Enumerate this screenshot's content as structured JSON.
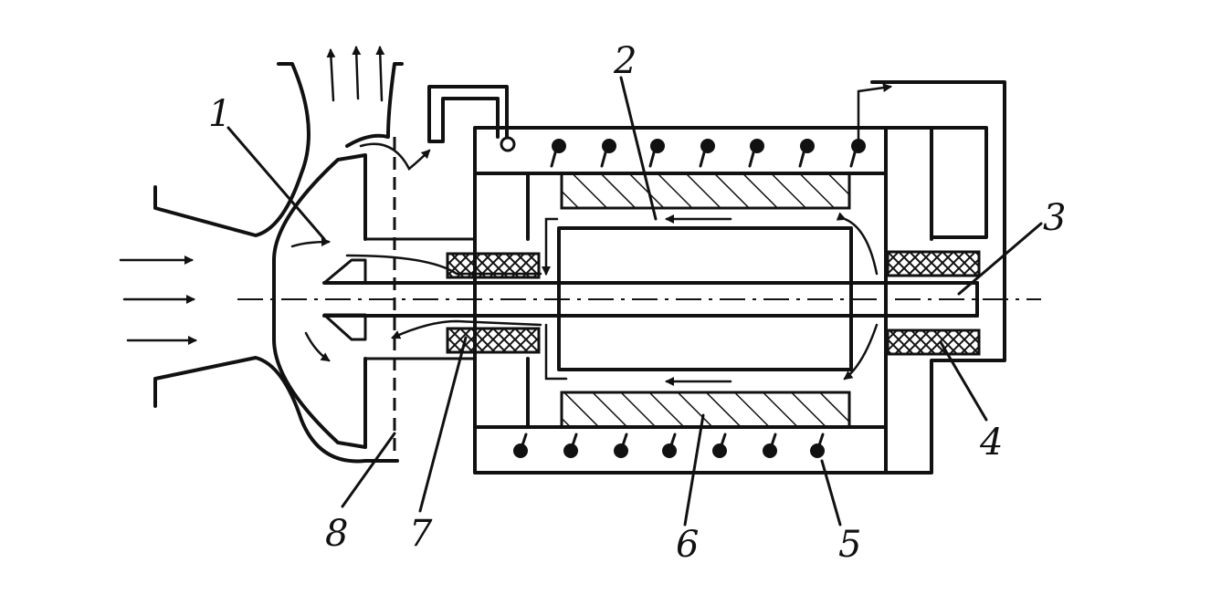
{
  "labels": {
    "impeller": "1",
    "rotor": "2",
    "shaft": "3",
    "right_bearing": "4",
    "cooling_coil": "5",
    "stator_winding": "6",
    "left_bearing": "7",
    "partition": "8"
  },
  "colors": {
    "line": "#111111",
    "background": "#ffffff"
  }
}
